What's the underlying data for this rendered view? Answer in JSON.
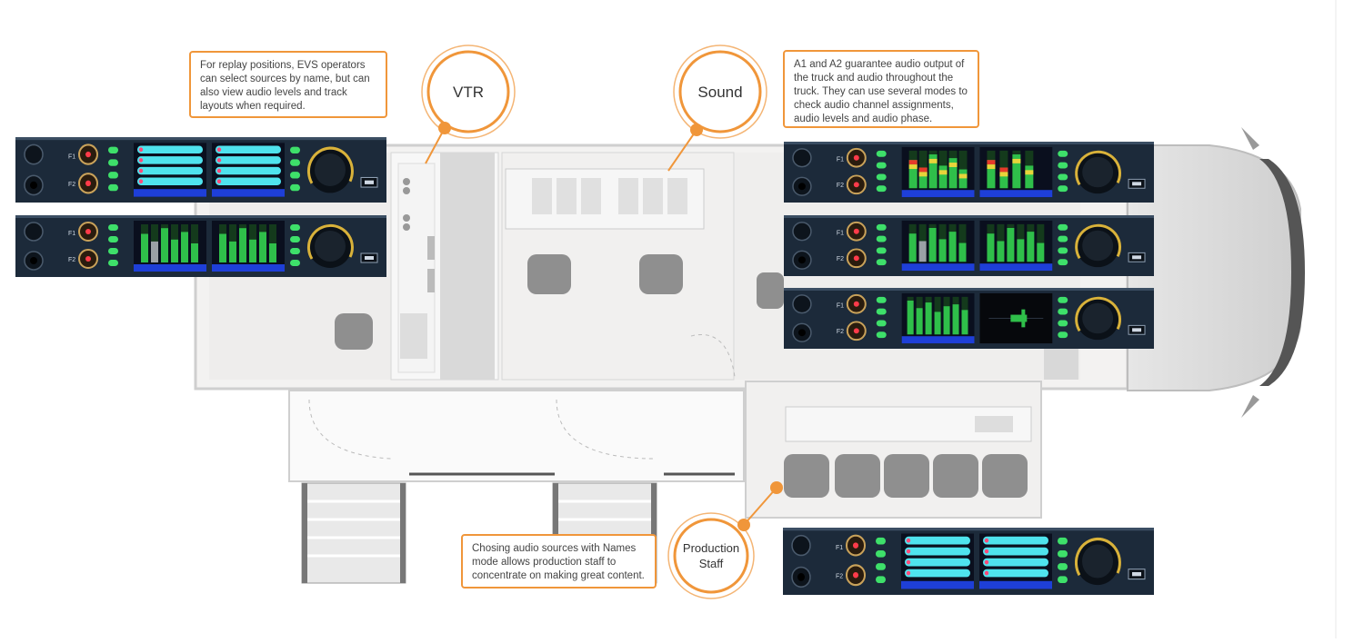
{
  "callouts": {
    "vtr_note": "For replay positions, EVS operators can select sources by name, but can also view audio levels and track layouts when required.",
    "sound_note": "A1 and A2 guarantee audio output of the truck and audio throughout the truck. They can use several modes to check audio channel assignments, audio levels and audio phase.",
    "production_note": "Chosing audio sources with Names mode allows production staff to concentrate on making great content."
  },
  "badges": {
    "vtr": "VTR",
    "sound": "Sound",
    "production_line1": "Production",
    "production_line2": "Staff"
  },
  "unit_labels": {
    "f1": "F1",
    "f2": "F2"
  },
  "colors": {
    "accent": "#f0963a",
    "panel": "#1c2a3a",
    "led": "#3ee06a",
    "screen_blue": "#1e3fd8",
    "name_cyan": "#4fe3ee"
  }
}
